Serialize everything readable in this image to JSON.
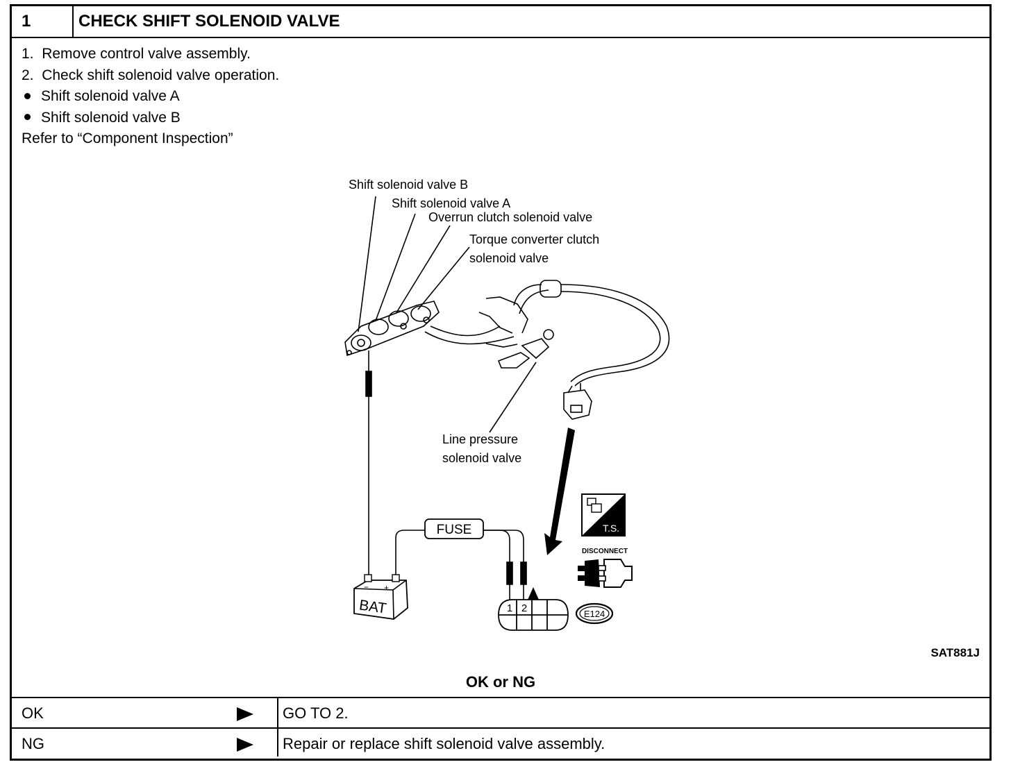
{
  "header": {
    "step": "1",
    "title": "CHECK SHIFT SOLENOID VALVE"
  },
  "instructions": [
    {
      "marker": "1.",
      "text": "Remove control valve assembly."
    },
    {
      "marker": "2.",
      "text": "Check shift solenoid valve operation."
    },
    {
      "marker": "•",
      "text": "Shift solenoid valve A"
    },
    {
      "marker": "•",
      "text": "Shift solenoid valve B"
    },
    {
      "marker": "",
      "text": "Refer to “Component Inspection”"
    }
  ],
  "diagram": {
    "labels": {
      "valve_b": "Shift  solenoid  valve  B",
      "valve_a": "Shift  solenoid  valve  A",
      "overrun": "Overrun  clutch  solenoid  valve",
      "tcc_1": "Torque  converter  clutch",
      "tcc_2": "solenoid  valve",
      "line_1": "Line  pressure",
      "line_2": "solenoid  valve"
    },
    "fuse": "FUSE",
    "battery": "BAT",
    "battery_plus": "+",
    "battery_minus": "−",
    "pin_1": "1",
    "pin_2": "2",
    "connector_id": "E124",
    "ts_label": "T.S.",
    "disconnect": "DISCONNECT",
    "figure_code": "SAT881J"
  },
  "result_prompt": "OK or NG",
  "results": [
    {
      "key": "OK",
      "action": "GO TO 2."
    },
    {
      "key": "NG",
      "action": "Repair or replace shift solenoid valve assembly."
    }
  ]
}
